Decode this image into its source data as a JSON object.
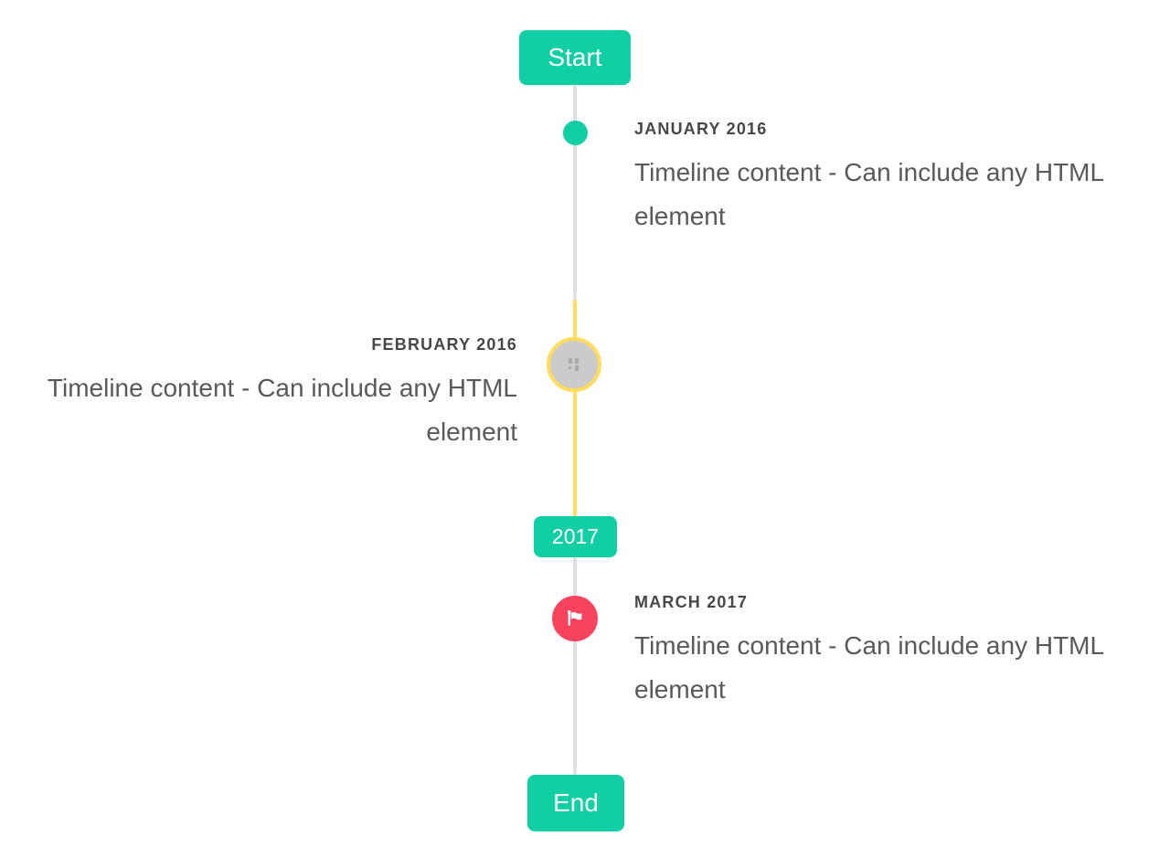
{
  "timeline": {
    "start_label": "Start",
    "end_label": "End",
    "year_badge": "2017",
    "items": [
      {
        "period": "JANUARY 2016",
        "content": "Timeline content - Can include any HTML element",
        "side": "right",
        "marker": "dot"
      },
      {
        "period": "FEBRUARY 2016",
        "content": "Timeline content - Can include any HTML element",
        "side": "left",
        "marker": "image-placeholder"
      },
      {
        "period": "MARCH 2017",
        "content": "Timeline content - Can include any HTML element",
        "side": "right",
        "marker": "flag"
      }
    ],
    "colors": {
      "accent": "#10cfa4",
      "highlight": "#ffdc5c",
      "flag": "#f8435e",
      "line": "#e0e0e0",
      "placeholder": "#cbcbcb",
      "glyph": "#a9a9a9",
      "heading": "#474747",
      "body": "#595959"
    }
  }
}
